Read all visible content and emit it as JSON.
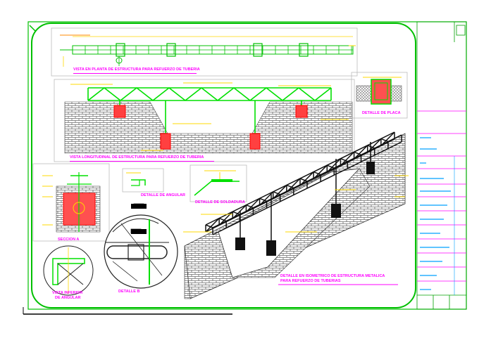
{
  "labels": {
    "plan_view_title": "VISTA EN PLANTA DE ESTRUCTURA PARA REFUERZO DE TUBERIA",
    "longitudinal_view_title": "VISTA LONGITUDINAL DE ESTRUCTURA PARA REFUERZO DE TUBERIA",
    "plate_detail": "DETALLE DE PLACA",
    "angle_detail": "DETALLE DE ANGULAR",
    "weld_detail": "DETALLE DE SOLDADURA",
    "section_a": "SECCION A",
    "detail_b": "DETALLE B",
    "bottom_view_line1": "VISTA INFERIOR",
    "bottom_view_line2": "DE ANGULAR",
    "isometric_line1": "DETALLE EN ISOMETRICO DE ESTRUCTURA METALICA",
    "isometric_line2": "PARA REFUERZO DE TUBERIAS"
  },
  "colors": {
    "frame": "#00c000",
    "truss": "#00e000",
    "label": "#ff00ff",
    "annotation": "#ffd800",
    "concrete": "#ff0000",
    "title_block": "#00a0ff"
  }
}
